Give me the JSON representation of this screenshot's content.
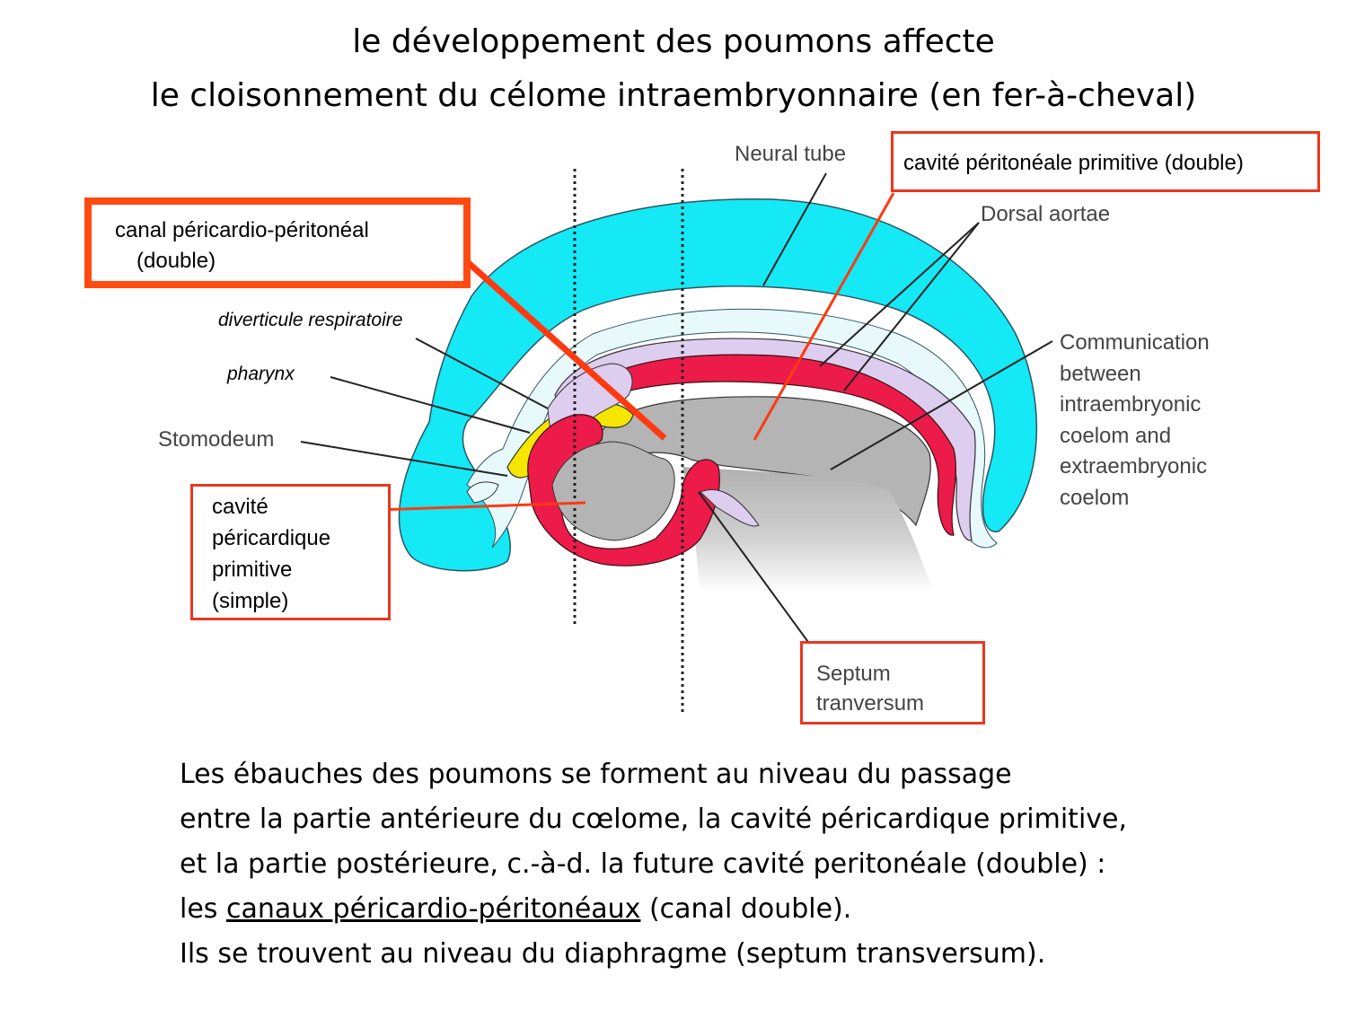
{
  "title": {
    "line1": "le développement des poumons affecte",
    "line2": "le cloisonnement du célome intraembryonnaire (en fer-à-cheval)"
  },
  "labels": {
    "neural_tube": "Neural tube",
    "dorsal_aortae": "Dorsal aortae",
    "communication": [
      "Communication",
      "between",
      "intraembryonic",
      "coelom and",
      "extraembryonic",
      "coelom"
    ],
    "diverticule": "diverticule respiratoire",
    "pharynx": "pharynx",
    "stomodeum": "Stomodeum",
    "septum": [
      "Septum",
      "tranversum"
    ]
  },
  "boxes": {
    "canal": [
      "canal péricardio-péritonéal",
      "(double)"
    ],
    "peritoneale": "cavité péritonéale primitive (double)",
    "pericardique": [
      "cavité",
      "péricardique",
      "primitive",
      "(simple)"
    ]
  },
  "body": {
    "line1": "Les ébauches des poumons se forment au niveau du passage",
    "line2": "entre la partie antérieure du cœlome, la cavité péricardique primitive,",
    "line3": "et la partie postérieure, c.-à-d. la future cavité peritonéale (double) :",
    "line4_pre": "les ",
    "line4_link": "canaux péricardio-péritonéaux",
    "line4_post": " (canal double).",
    "line5": "Ils se trouvent au niveau du diaphragme (septum transversum)."
  },
  "colors": {
    "ectoderm": "#14e9f5",
    "mesoderm": "#e8f9fb",
    "aorta_red": "#ec1b4a",
    "pale_violet": "#ddcdee",
    "coelom_gray": "#b4b4b4",
    "pharynx_yellow": "#f5e600",
    "highlight_red": "#ff3a10"
  }
}
